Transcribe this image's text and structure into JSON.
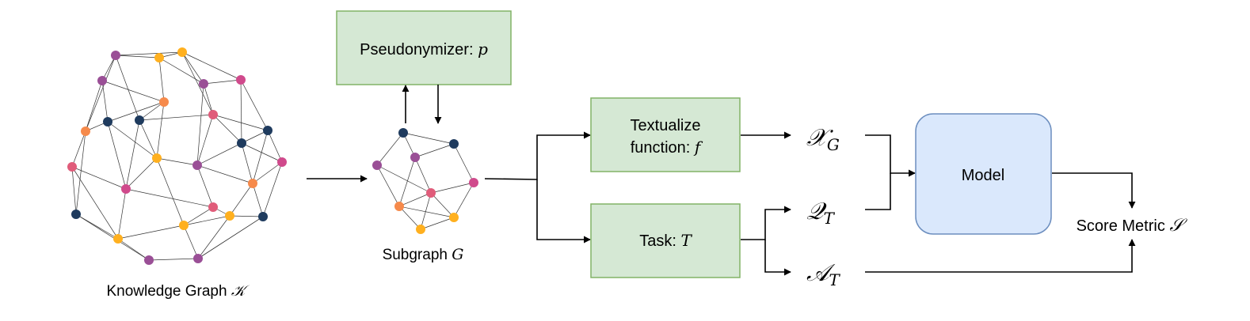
{
  "kg": {
    "label": "Knowledge Graph ",
    "symbol": "𝒦"
  },
  "subgraph": {
    "label": "Subgraph ",
    "symbol": "G"
  },
  "pseudonymizer": {
    "label": "Pseudonymizer: ",
    "symbol": "p"
  },
  "textualize": {
    "line1": "Textualize",
    "line2": "function: ",
    "symbol": "f"
  },
  "task": {
    "label": "Task: ",
    "symbol": "T"
  },
  "x_g": {
    "symbol": "𝒳",
    "sub": "G"
  },
  "q_t": {
    "symbol": "𝒬",
    "sub": "T"
  },
  "a_t": {
    "symbol": "𝒜",
    "sub": "T"
  },
  "model": {
    "label": "Model"
  },
  "score": {
    "label": "Score Metric ",
    "symbol": "𝒮"
  },
  "colors": {
    "green_fill": "#d5e8d4",
    "green_stroke": "#82b366",
    "blue_fill": "#dae8fc",
    "blue_stroke": "#6c8ebf",
    "node_purple": "#9a4f96",
    "node_orange": "#f68a4b",
    "node_yellow": "#ffb01f",
    "node_pink": "#e05c7a",
    "node_navy": "#1f3b5e",
    "node_magenta": "#d04a8c"
  }
}
